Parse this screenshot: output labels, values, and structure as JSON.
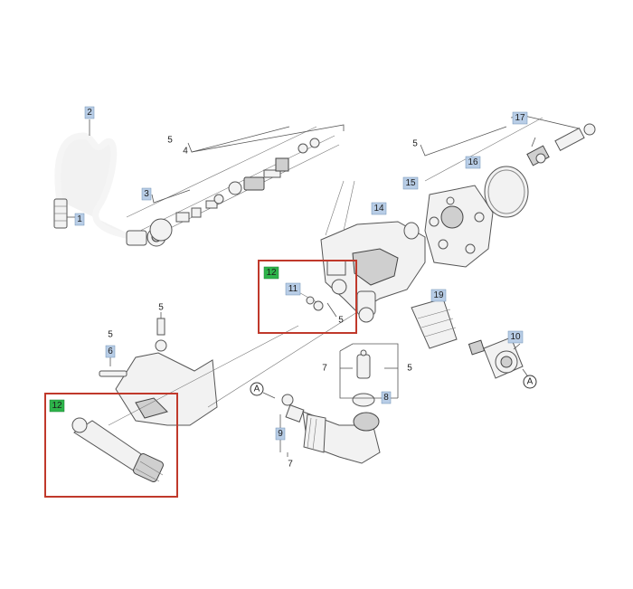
{
  "labels": {
    "p1": "1",
    "p2": "2",
    "p3": "3",
    "p4": "4",
    "p5a": "5",
    "p5b": "5",
    "p5c": "5",
    "p5d": "5",
    "p5e": "5",
    "p5f": "5",
    "p6": "6",
    "p7a": "7",
    "p7b": "7",
    "p8": "8",
    "p9": "9",
    "p10": "10",
    "p11": "11",
    "p12a": "12",
    "p12b": "12",
    "p14": "14",
    "p15": "15",
    "p16": "16",
    "p17": "17",
    "p19": "19",
    "refA1": "A",
    "refA2": "A"
  },
  "colors": {
    "blue_tag": "#b8cde6",
    "green_tag": "#2db34a",
    "highlight": "#c0392b"
  }
}
